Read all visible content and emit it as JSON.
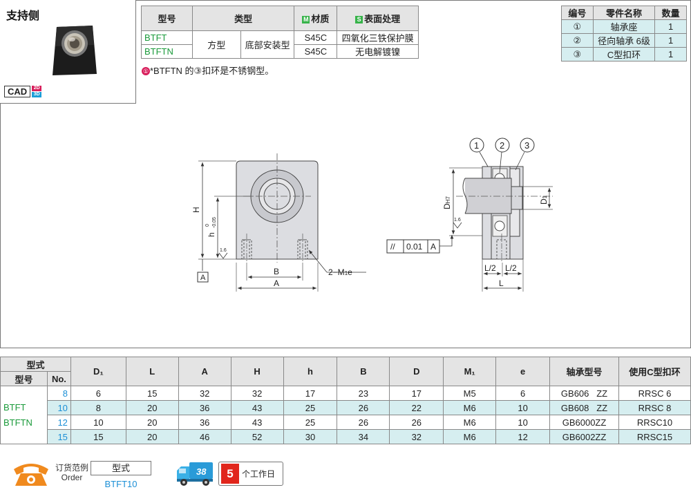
{
  "product": {
    "title": "支持侧",
    "cad_label": "CAD",
    "cad_tags": [
      "2D",
      "3D"
    ],
    "colors": {
      "tag2d": "#d81e5b",
      "tag3d": "#1b9ed8"
    }
  },
  "spec_table": {
    "headers": {
      "model": "型号",
      "type": "类型",
      "material_tag": "M",
      "material": "材质",
      "surface_tag": "S",
      "surface": "表面处理"
    },
    "rows": [
      {
        "model": "BTFT",
        "type1": "方型",
        "type2": "底部安装型",
        "material": "S45C",
        "surface": "四氧化三铁保护膜"
      },
      {
        "model": "BTFTN",
        "material": "S45C",
        "surface": "无电解镀镍"
      }
    ],
    "colors": {
      "material_tag": "#37b34a",
      "surface_tag": "#37b34a"
    }
  },
  "note": {
    "icon": "①",
    "text": "*BTFTN 的③扣环是不锈钢型。"
  },
  "parts_table": {
    "headers": [
      "编号",
      "零件名称",
      "数量"
    ],
    "rows": [
      [
        "①",
        "轴承座",
        "1"
      ],
      [
        "②",
        "径向轴承 6级",
        "1"
      ],
      [
        "③",
        "C型扣环",
        "1"
      ]
    ]
  },
  "drawing": {
    "labels": {
      "H": "H",
      "h": "h",
      "h_tol_upper": "0",
      "h_tol_lower": "-0.05",
      "B": "B",
      "A": "A",
      "thread": "2−M",
      "thread_sub": "1",
      "thread_e": "e",
      "datum": "A",
      "roughness": "1.6",
      "roughness2": "1.6",
      "DH7": "D",
      "DH7_sub": "H7",
      "D1": "D",
      "D1_sub": "1",
      "L": "L",
      "L_half": "L/2",
      "tolerance_sym": "//",
      "tolerance_val": "0.01",
      "tolerance_ref": "A",
      "callouts": [
        "1",
        "2",
        "3"
      ]
    }
  },
  "dims_table": {
    "group_header": "型式",
    "headers": [
      "型号",
      "No.",
      "D₁",
      "L",
      "A",
      "H",
      "h",
      "B",
      "D",
      "M₁",
      "e",
      "轴承型号",
      "使用C型扣环"
    ],
    "models": [
      "BTFT",
      "BTFTN"
    ],
    "rows": [
      [
        "8",
        "6",
        "15",
        "32",
        "32",
        "17",
        "23",
        "17",
        "M5",
        "6",
        "GB606   ZZ",
        "RRSC 6"
      ],
      [
        "10",
        "8",
        "20",
        "36",
        "43",
        "25",
        "26",
        "22",
        "M6",
        "10",
        "GB608   ZZ",
        "RRSC 8"
      ],
      [
        "12",
        "10",
        "20",
        "36",
        "43",
        "25",
        "26",
        "26",
        "M6",
        "10",
        "GB6000ZZ",
        "RRSC10"
      ],
      [
        "15",
        "15",
        "20",
        "46",
        "52",
        "30",
        "34",
        "32",
        "M6",
        "12",
        "GB6002ZZ",
        "RRSC15"
      ]
    ]
  },
  "footer": {
    "order_cn": "订货范例",
    "order_en": "Order",
    "order_header": "型式",
    "order_value": "BTFT10",
    "days_num": "5",
    "days_text": "个工作日",
    "truck_text": "38",
    "colors": {
      "phone": "#f08a1e",
      "truck": "#2a9bd8",
      "days": "#e1261c"
    }
  }
}
